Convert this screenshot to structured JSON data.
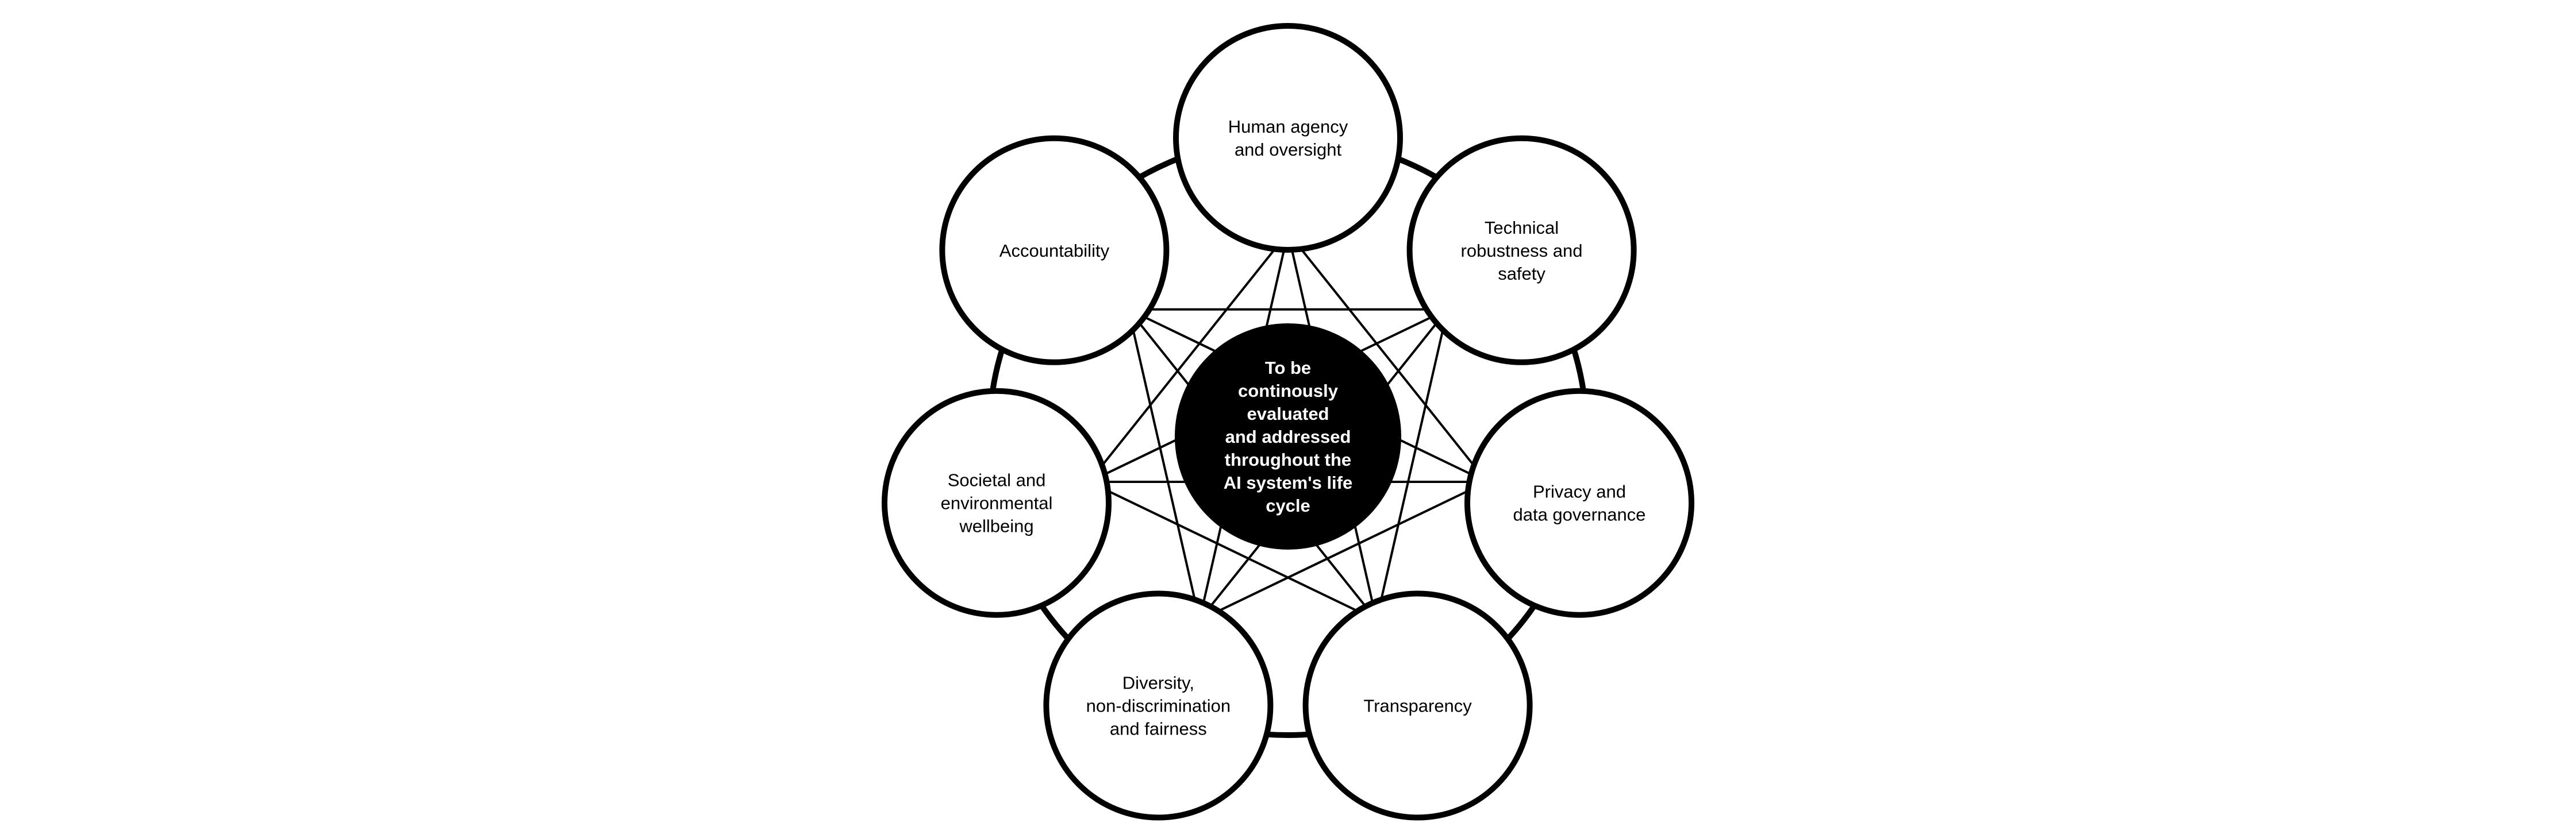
{
  "diagram": {
    "colors": {
      "stroke": "#000000",
      "node_fill": "#ffffff",
      "center_fill": "#000000",
      "center_text": "#ffffff"
    },
    "center": {
      "lines": [
        "To be",
        "continously",
        "evaluated",
        "and addressed",
        "throughout the",
        "AI system's life",
        "cycle"
      ]
    },
    "nodes": [
      {
        "id": "human-agency",
        "lines": [
          "Human agency",
          "and oversight"
        ]
      },
      {
        "id": "technical-robustness",
        "lines": [
          "Technical",
          "robustness and",
          "safety"
        ]
      },
      {
        "id": "privacy",
        "lines": [
          "Privacy and",
          "data governance"
        ]
      },
      {
        "id": "transparency",
        "lines": [
          "Transparency"
        ]
      },
      {
        "id": "diversity",
        "lines": [
          "Diversity,",
          "non-discrimination",
          "and fairness"
        ]
      },
      {
        "id": "societal",
        "lines": [
          "Societal and",
          "environmental",
          "wellbeing"
        ]
      },
      {
        "id": "accountability",
        "lines": [
          "Accountability"
        ]
      }
    ]
  }
}
